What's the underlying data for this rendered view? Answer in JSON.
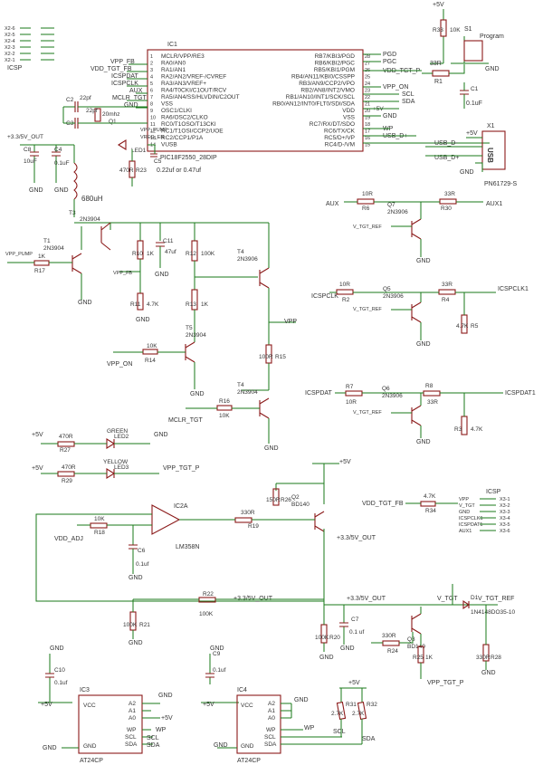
{
  "ic1": {
    "name": "IC1",
    "part": "PIC18F2550_28DIP",
    "left_pins": [
      {
        "num": "1",
        "name": "MCLR/VPP/RE3"
      },
      {
        "num": "2",
        "name": "RA0/AN0"
      },
      {
        "num": "3",
        "name": "RA1/AN1"
      },
      {
        "num": "4",
        "name": "RA2/AN2/VREF-/CVREF"
      },
      {
        "num": "5",
        "name": "RA3/AN3/VREF+"
      },
      {
        "num": "6",
        "name": "RA4/T0CKI/C1OUT/RCV"
      },
      {
        "num": "7",
        "name": "RA5/AN4/SS/HLVDIN/C2OUT"
      },
      {
        "num": "8",
        "name": "VSS"
      },
      {
        "num": "9",
        "name": "OSC1/CLKI"
      },
      {
        "num": "10",
        "name": "RA6/OSC2/CLKO"
      },
      {
        "num": "11",
        "name": "RC0/T1OSO/T13CKI"
      },
      {
        "num": "12",
        "name": "RC1/T1OSI/CCP2/UOE"
      },
      {
        "num": "13",
        "name": "RC2/CCP1/P1A"
      },
      {
        "num": "14",
        "name": "VUSB"
      }
    ],
    "right_pins": [
      {
        "num": "28",
        "name": "RB7/KBI3/PGD"
      },
      {
        "num": "27",
        "name": "RB6/KBI2/PGC"
      },
      {
        "num": "26",
        "name": "RB5/KBI1/PGM"
      },
      {
        "num": "25",
        "name": "RB4/AN11/KBI0/CSSPP"
      },
      {
        "num": "24",
        "name": "RB3/AN9/CCP2/VPO"
      },
      {
        "num": "23",
        "name": "RB2/AN8/INT2/VMO"
      },
      {
        "num": "22",
        "name": "RB1/AN10/INT1/SCK/SCL"
      },
      {
        "num": "21",
        "name": "RB0/AN12/INT0/FLT0/SDI/SDA"
      },
      {
        "num": "20",
        "name": "VDD"
      },
      {
        "num": "19",
        "name": "VSS"
      },
      {
        "num": "18",
        "name": "RC7/RX/DT/SDO"
      },
      {
        "num": "17",
        "name": "RC6/TX/CK"
      },
      {
        "num": "16",
        "name": "RC5/D+/VP"
      },
      {
        "num": "15",
        "name": "RC4/D-/VM"
      }
    ],
    "left_nets": [
      "VPP_FB",
      "VDD_TGT_FB",
      "ICSPDAT",
      "ICSPCLK",
      "AUX",
      "MCLR_TGT",
      "GND"
    ],
    "right_nets": [
      "PGD",
      "PGC",
      "VDD_TGT_P",
      "VPP_ON",
      "SCL",
      "SDA",
      "+5V",
      "GND",
      "WP",
      "USB_D+",
      "USB_D-"
    ],
    "osc_nets": [
      "VPP_PUMP",
      "VREG_EN"
    ]
  },
  "crystal": {
    "name": "Q1",
    "value": "20mhz"
  },
  "c2": {
    "name": "C2",
    "value": "22pf"
  },
  "c3": {
    "name": "C3",
    "value": "22pf"
  },
  "led1": {
    "name": "LED1"
  },
  "r23": {
    "name": "R23",
    "value": "470R"
  },
  "c5": {
    "name": "C5",
    "value": "0.22uf or 0.47uf"
  },
  "icsp_header": {
    "name": "ICSP",
    "pins": [
      "X2-6",
      "X2-5",
      "X2-4",
      "X2-3",
      "X2-2",
      "X2-1"
    ],
    "signals": [
      "AUX1",
      "ICSPDAT1",
      "ICSPCLK1",
      "GND",
      "V_TGT",
      "VPP"
    ]
  },
  "r33": {
    "name": "R33",
    "value": "10K"
  },
  "s1": {
    "name": "S1",
    "label": "Program"
  },
  "r1": {
    "name": "R1",
    "value": "33R"
  },
  "c1": {
    "name": "C1",
    "value": "0.1uF"
  },
  "usb": {
    "name": "X1",
    "label": "USB",
    "part": "PN61729-S",
    "dminus": "USB_D-",
    "dplus": "USB_D+"
  },
  "c8": {
    "name": "C8",
    "value": "10uF"
  },
  "c4": {
    "name": "C4",
    "value": "0.1uF"
  },
  "supply_33": "+3.3/5V_OUT",
  "l1": {
    "name": "L1",
    "value": "680uH"
  },
  "t3": {
    "name": "T3",
    "part": "2N3904"
  },
  "t1": {
    "name": "T1",
    "part": "2N3904"
  },
  "r17": {
    "name": "R17",
    "value": "1K"
  },
  "vpp_pump": "VPP_PUMP",
  "r10": {
    "name": "R10",
    "value": "1K"
  },
  "r9": {
    "name": "R9",
    "value": "10K"
  },
  "c11": {
    "name": "C11",
    "value": "47uf"
  },
  "r12": {
    "name": "R12",
    "value": "100K"
  },
  "r11": {
    "name": "R11",
    "value": "4.7K"
  },
  "r13": {
    "name": "R13",
    "value": "1K"
  },
  "vpp_fb": "VPP_FB",
  "t4": {
    "name": "T4",
    "part": "2N3906"
  },
  "t5": {
    "name": "T5",
    "part": "2N3904"
  },
  "r14": {
    "name": "R14",
    "value": "10K"
  },
  "vpp_on": "VPP_ON",
  "r15": {
    "name": "R15",
    "value": "100R"
  },
  "vpp": "VPP",
  "t6": {
    "name": "T4",
    "part": "2N3904"
  },
  "r16": {
    "name": "R16",
    "value": "10K"
  },
  "mclr_tgt": "MCLR_TGT",
  "q7": {
    "name": "Q7",
    "part": "2N3906"
  },
  "r6": {
    "name": "R6",
    "value": "10R"
  },
  "r30": {
    "name": "R30",
    "value": "33R"
  },
  "aux": "AUX",
  "aux1": "AUX1",
  "v_tgt_ref": "V_TGT_REF",
  "q5": {
    "name": "Q5",
    "part": "2N3906"
  },
  "r2": {
    "name": "R2",
    "value": "10R"
  },
  "r4": {
    "name": "R4",
    "value": "33R"
  },
  "r5": {
    "name": "R5",
    "value": "4.7K"
  },
  "icspclk": "ICSPCLK",
  "icspclk1": "ICSPCLK1",
  "q6": {
    "name": "Q6",
    "part": "2N3906"
  },
  "r7": {
    "name": "R7",
    "value": "10R"
  },
  "r8": {
    "name": "R8",
    "value": "33R"
  },
  "r3": {
    "name": "R3",
    "value": "4.7K"
  },
  "icspdat": "ICSPDAT",
  "icspdat1": "ICSPDAT1",
  "led2": {
    "name": "LED2",
    "label": "GREEN"
  },
  "r27": {
    "name": "R27",
    "value": "470R"
  },
  "led3": {
    "name": "LED3",
    "label": "YELLOW"
  },
  "r29": {
    "name": "R29",
    "value": "470R"
  },
  "vpp_tgt_p": "VPP_TGT_P",
  "plus5": "+5V",
  "gnd": "GND",
  "ic2": {
    "name": "IC2A",
    "part": "LM358N"
  },
  "r18": {
    "name": "R18",
    "value": "10K"
  },
  "c6": {
    "name": "C6",
    "value": "0.1uf"
  },
  "vdd_adj": "VDD_ADJ",
  "q2": {
    "name": "Q2",
    "part": "BD140"
  },
  "r26": {
    "name": "R26",
    "value": "150R"
  },
  "r19": {
    "name": "R19",
    "value": "330R"
  },
  "r34": {
    "name": "R34",
    "value": "4.7K"
  },
  "vdd_tgt_fb": "VDD_TGT_FB",
  "icsp_right": {
    "name": "ICSP",
    "signals": [
      "VPP",
      "V_TGT",
      "GND",
      "ICSPCLK1",
      "ICSPDAT1",
      "AUX1"
    ],
    "pins": [
      "X3-1",
      "X3-2",
      "X3-3",
      "X3-4",
      "X3-5",
      "X3-6"
    ]
  },
  "r22": {
    "name": "R22",
    "value": "100K"
  },
  "r21": {
    "name": "R21",
    "value": "100K"
  },
  "r20": {
    "name": "R20",
    "value": "100K"
  },
  "c7": {
    "name": "C7",
    "value": "0.1 uf"
  },
  "r24": {
    "name": "R24",
    "value": "330R"
  },
  "q3": {
    "name": "Q3",
    "part": "BD140"
  },
  "r25": {
    "name": "R25",
    "value": "1K"
  },
  "r28": {
    "name": "R28",
    "value": "330R"
  },
  "d1": {
    "name": "D1",
    "part": "1N4148DO35-10"
  },
  "v_tgt": "V_TGT",
  "v_tgt_ref2": "V_TGT_REF",
  "c10": {
    "name": "C10",
    "value": "0.1uf"
  },
  "c9": {
    "name": "C9",
    "value": "0.1uf"
  },
  "ic3": {
    "name": "IC3",
    "part": "AT24CP",
    "pins_left": [
      "VCC",
      "GND"
    ],
    "pins_right": [
      "A2",
      "A1",
      "A0",
      "WP",
      "SCL",
      "SDA"
    ]
  },
  "ic4": {
    "name": "IC4",
    "part": "AT24CP",
    "pins_left": [
      "VCC",
      "GND"
    ],
    "pins_right": [
      "A2",
      "A1",
      "A0",
      "WP",
      "SCL",
      "SDA"
    ]
  },
  "r31": {
    "name": "R31",
    "value": "2.7K"
  },
  "r32": {
    "name": "R32",
    "value": "2.7K"
  },
  "net_wp": "WP",
  "net_scl": "SCL",
  "net_sda": "SDA"
}
